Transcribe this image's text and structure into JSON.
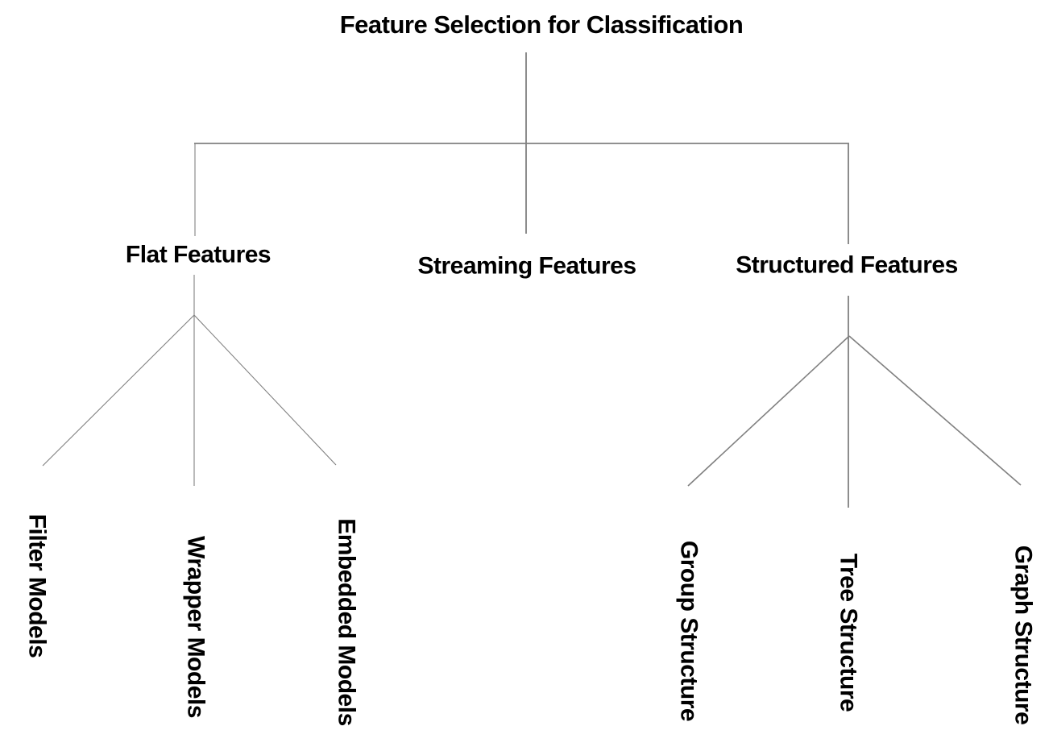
{
  "diagram": {
    "title": "Feature Selection for Classification",
    "colors": {
      "line": "#808080",
      "text": "#000000",
      "background": "#ffffff"
    },
    "branches": [
      {
        "label": "Flat Features",
        "children": [
          "Filter Models",
          "Wrapper Models",
          "Embedded Models"
        ]
      },
      {
        "label": "Streaming Features",
        "children": []
      },
      {
        "label": "Structured Features",
        "children": [
          "Group Structure",
          "Tree Structure",
          "Graph Structure"
        ]
      }
    ]
  }
}
